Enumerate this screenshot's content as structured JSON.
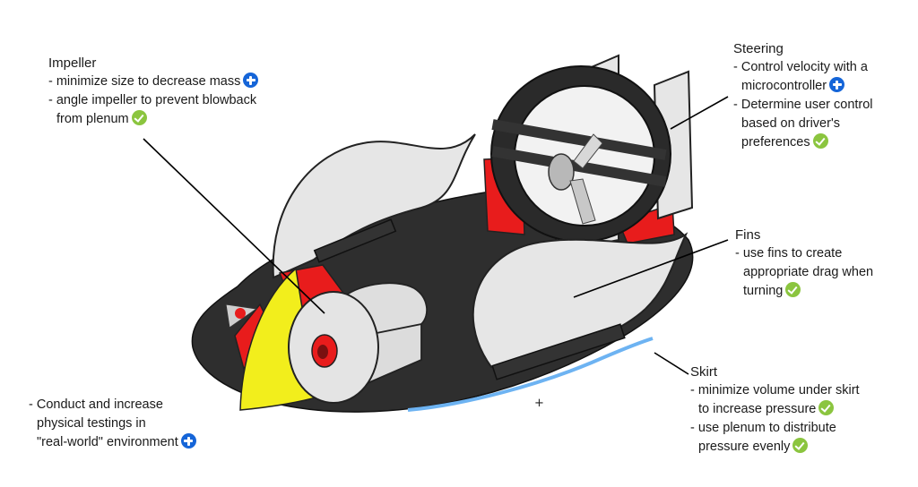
{
  "colors": {
    "plus_badge": "#1565d8",
    "check_badge": "#8bc53f",
    "board": "#2e2e2e",
    "red_parts": "#e81c1c",
    "yellow_impeller": "#f2ee1c",
    "panels": "#e6e6e6",
    "skirt_edge": "#6db3f2",
    "leader_line": "#000000"
  },
  "icons": {
    "plus": "plus-circle-icon",
    "check": "check-circle-icon"
  },
  "notes": {
    "impeller": {
      "title": "Impeller",
      "items": [
        "- minimize size to decrease mass",
        "- angle impeller to prevent blowback",
        "from plenum"
      ]
    },
    "steering": {
      "title": "Steering",
      "items": [
        "- Control velocity with a",
        "microcontroller",
        "- Determine user control",
        "based on driver's",
        "preferences"
      ]
    },
    "fins": {
      "title": "Fins",
      "items": [
        "- use fins to create",
        "appropriate drag when",
        "turning"
      ]
    },
    "skirt": {
      "title": "Skirt",
      "items": [
        "- minimize volume under skirt",
        "to increase pressure",
        "- use plenum to distribute",
        "pressure evenly"
      ]
    },
    "testing": {
      "items": [
        "- Conduct and increase",
        "physical testings in",
        "\"real-world\" environment"
      ]
    }
  }
}
